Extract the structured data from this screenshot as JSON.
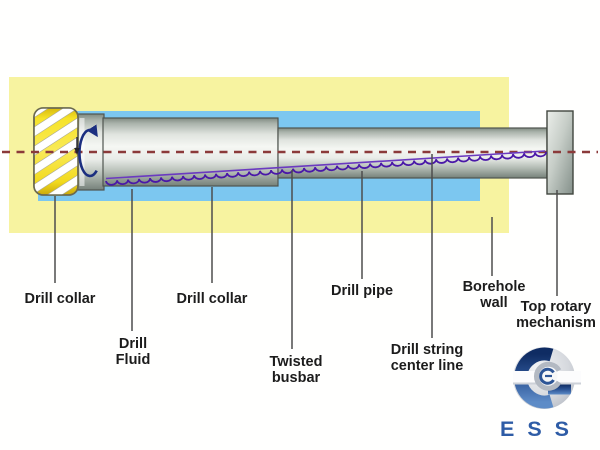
{
  "diagram": {
    "labels": [
      {
        "id": "drill-collar-1",
        "lines": [
          "Drill collar",
          ""
        ]
      },
      {
        "id": "drill-fluid",
        "lines": [
          "Drill",
          "Fluid"
        ]
      },
      {
        "id": "drill-collar-2",
        "lines": [
          "Drill collar",
          ""
        ]
      },
      {
        "id": "twisted-busbar",
        "lines": [
          "Twisted",
          "busbar"
        ]
      },
      {
        "id": "drill-pipe",
        "lines": [
          "Drill pipe",
          ""
        ]
      },
      {
        "id": "drill-string-center-line",
        "lines": [
          "Drill string",
          "center line"
        ]
      },
      {
        "id": "borehole-wall",
        "lines": [
          "Borehole",
          "wall"
        ]
      },
      {
        "id": "top-rotary-mechanism",
        "lines": [
          "Top rotary",
          "mechanism"
        ]
      }
    ],
    "colors": {
      "borehole_yellow": "#f7f3a0",
      "fluid_blue": "#7cc7f0",
      "bit_yellow": "#f3df2e",
      "centerline_red": "#8b3a3a",
      "busbar_purple": "#4a18a8",
      "busbar_light": "#6b3ac0",
      "rotation_arrow_navy": "#1c2f80",
      "label_line_gray": "#4d4d4d"
    }
  },
  "logo": {
    "text": "ESS",
    "color": "#2e5ca6",
    "emblem_icon": "globe-c-emblem"
  }
}
